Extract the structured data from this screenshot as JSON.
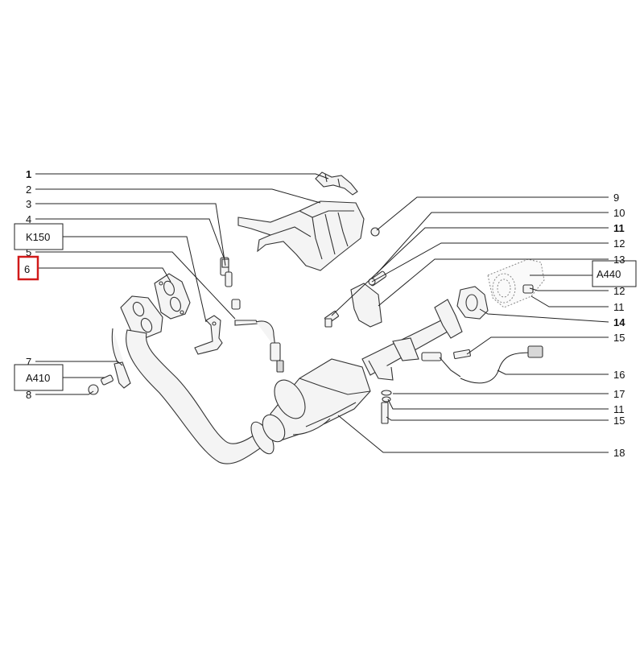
{
  "callouts": {
    "n1": "1",
    "n2": "2",
    "n3": "3",
    "n4": "4",
    "n5": "5",
    "n6": "6",
    "n7": "7",
    "n8": "8",
    "n9": "9",
    "n10": "10",
    "n11a": "11",
    "n12a": "12",
    "n13": "13",
    "n12b": "12",
    "n11b": "11",
    "n14": "14",
    "n15a": "15",
    "n16": "16",
    "n17": "17",
    "n11c": "11",
    "n15b": "15",
    "n18": "18"
  },
  "reference_boxes": {
    "k150": "K150",
    "a410": "A410",
    "a440": "A440"
  },
  "highlight": {
    "label": "6",
    "color": "#d11a1a"
  },
  "colors": {
    "lines": "#222222",
    "parts": "#333333"
  }
}
